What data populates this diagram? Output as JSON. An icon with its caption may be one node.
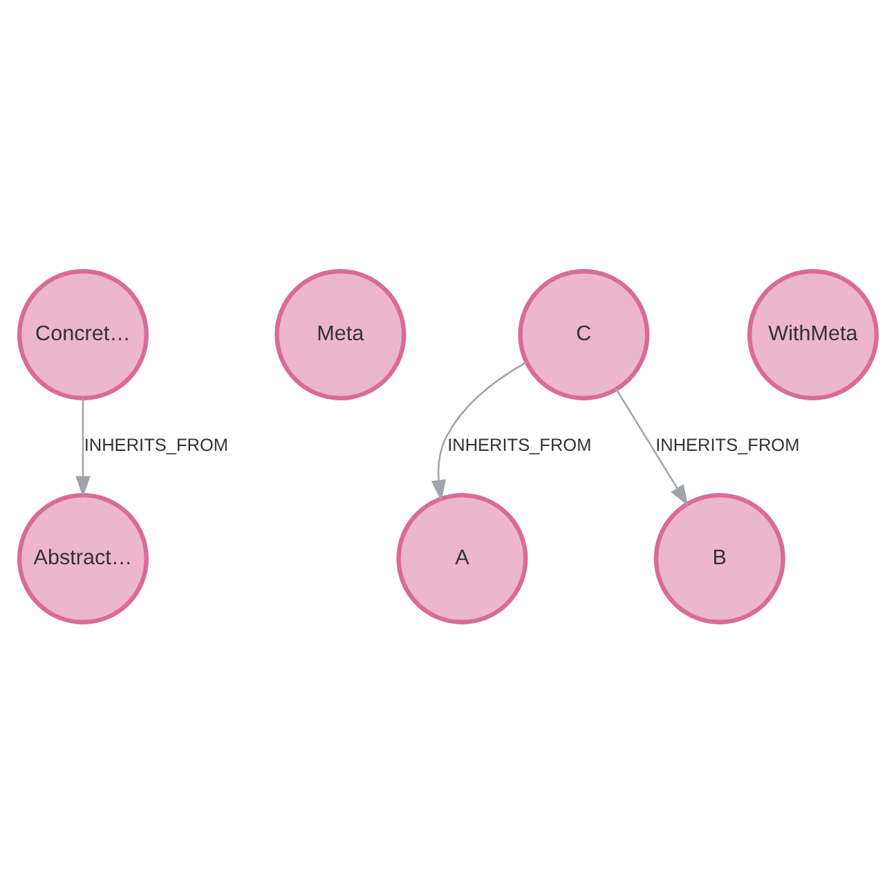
{
  "diagram": {
    "nodes": [
      {
        "text": [
          "Concret…"
        ]
      },
      {
        "text": [
          "Abstract…"
        ]
      },
      {
        "text": [
          "Meta"
        ]
      },
      {
        "text": [
          "C"
        ]
      },
      {
        "text": [
          "A"
        ]
      },
      {
        "text": [
          "B"
        ]
      },
      {
        "text": [
          "WithMeta"
        ]
      }
    ],
    "edges": [
      {
        "from": 0,
        "to": 1,
        "arrow": "to",
        "label": "INHERITS_FROM"
      },
      {
        "from": 3,
        "to": 4,
        "arrow": "to",
        "label": "INHERITS_FROM"
      },
      {
        "from": 3,
        "to": 5,
        "arrow": "to",
        "label": "INHERITS_FROM"
      }
    ]
  }
}
